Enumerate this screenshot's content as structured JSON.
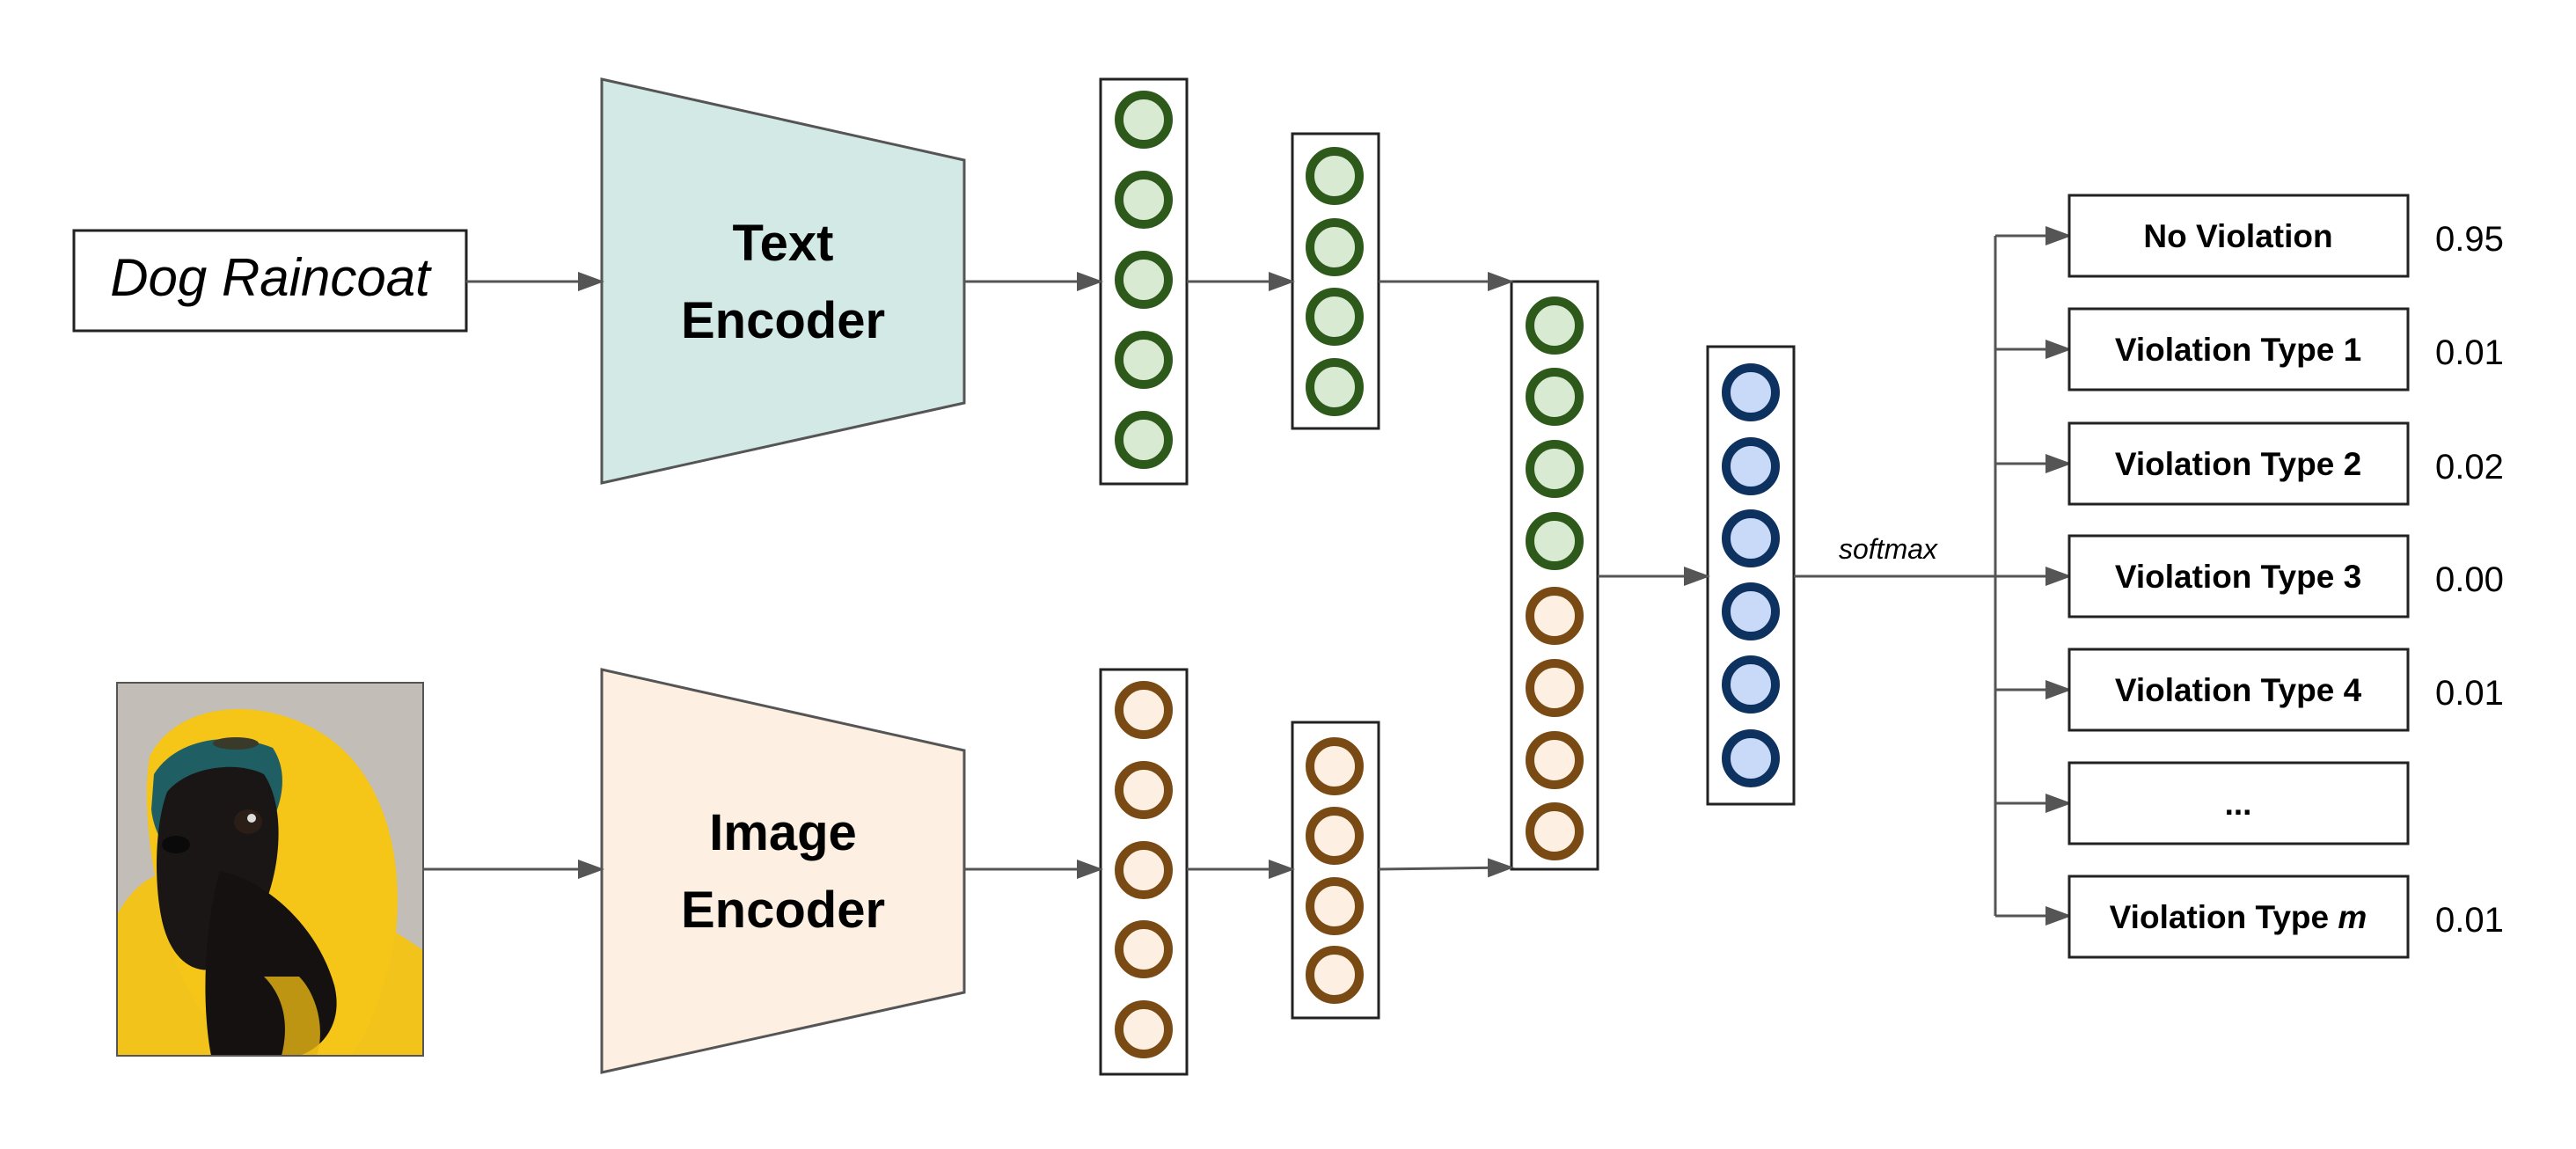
{
  "text_input": "Dog Raincoat",
  "text_encoder": {
    "line1": "Text",
    "line2": "Encoder"
  },
  "image_input": {
    "description": "dog-photo"
  },
  "image_encoder": {
    "line1": "Image",
    "line2": "Encoder"
  },
  "activation_label": "softmax",
  "outputs": [
    {
      "label": "No Violation",
      "value": "0.95"
    },
    {
      "label": "Violation Type 1",
      "value": "0.01"
    },
    {
      "label": "Violation Type 2",
      "value": "0.02"
    },
    {
      "label": "Violation Type 3",
      "value": "0.00"
    },
    {
      "label": "Violation Type 4",
      "value": "0.01"
    },
    {
      "label": "...",
      "value": ""
    },
    {
      "label": "Violation Type ",
      "label_suffix": "m",
      "value": "0.01"
    }
  ],
  "colors": {
    "text_encoder_fill": "#d3e9e5",
    "image_encoder_fill": "#fdf0e2",
    "green_ring": "#2d5a1b",
    "green_fill": "#d9ead3",
    "brown_ring": "#7a4a14",
    "brown_fill": "#fdf0e2",
    "blue_ring": "#0e3260",
    "blue_fill": "#c9daf8",
    "arrow": "#555555"
  }
}
